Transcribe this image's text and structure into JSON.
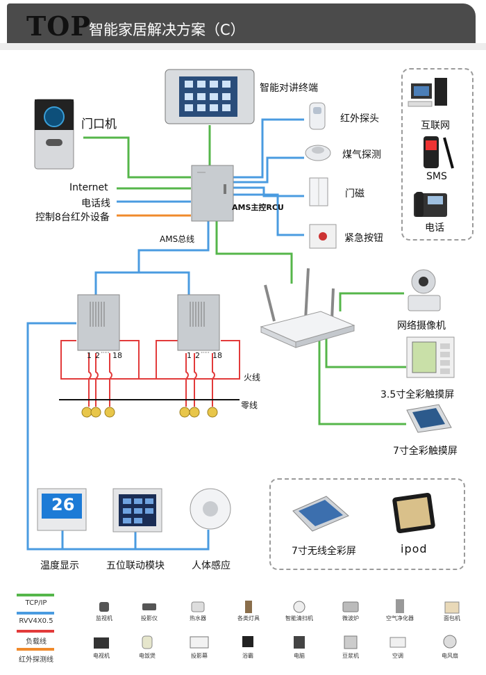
{
  "header": {
    "brand": "TOP",
    "title": "智能家居解决方案（C）"
  },
  "devices": {
    "door_unit": "门口机",
    "intercom": "智能对讲终端",
    "infrared_probe": "红外探头",
    "gas_detector": "煤气探测",
    "door_sensor": "门磁",
    "emergency_button": "紧急按钮",
    "main_controller": "AMS主控RCU",
    "bus": "AMS总线",
    "camera": "网络摄像机",
    "touch_35": "3.5寸全彩触摸屏",
    "touch_7": "7寸全彩触摸屏",
    "wireless_7": "7寸无线全彩屏",
    "ipod": "ipod",
    "temp_display": "温度显示",
    "five_module": "五位联动模块",
    "human_sensor": "人体感应"
  },
  "left_lines": {
    "internet": "Internet",
    "phone_line": "电话线",
    "ir_control": "控制8台红外设备"
  },
  "comm": {
    "internet": "互联网",
    "sms": "SMS",
    "phone": "电话"
  },
  "wiring": {
    "live": "火线",
    "neutral": "零线",
    "ch1": "1",
    "ch2": "2",
    "ch18": "18",
    "dots": "·····"
  },
  "thermostat_value": "26",
  "legend": {
    "items": [
      {
        "label": "TCP/IP",
        "color": "#55b64a"
      },
      {
        "label": "RVV4X0.5",
        "color": "#4a9be0"
      },
      {
        "label": "负载线",
        "color": "#e23a3a"
      },
      {
        "label": "红外探测线",
        "color": "#f08a2b"
      }
    ]
  },
  "appliances": [
    "监视机",
    "投影仪",
    "热水器",
    "各类灯具",
    "智能清扫机",
    "微波炉",
    "空气净化器",
    "面包机",
    "电视机",
    "电饭煲",
    "投影幕",
    "浴霸",
    "电脑",
    "豆浆机",
    "空调",
    "电风扇"
  ]
}
